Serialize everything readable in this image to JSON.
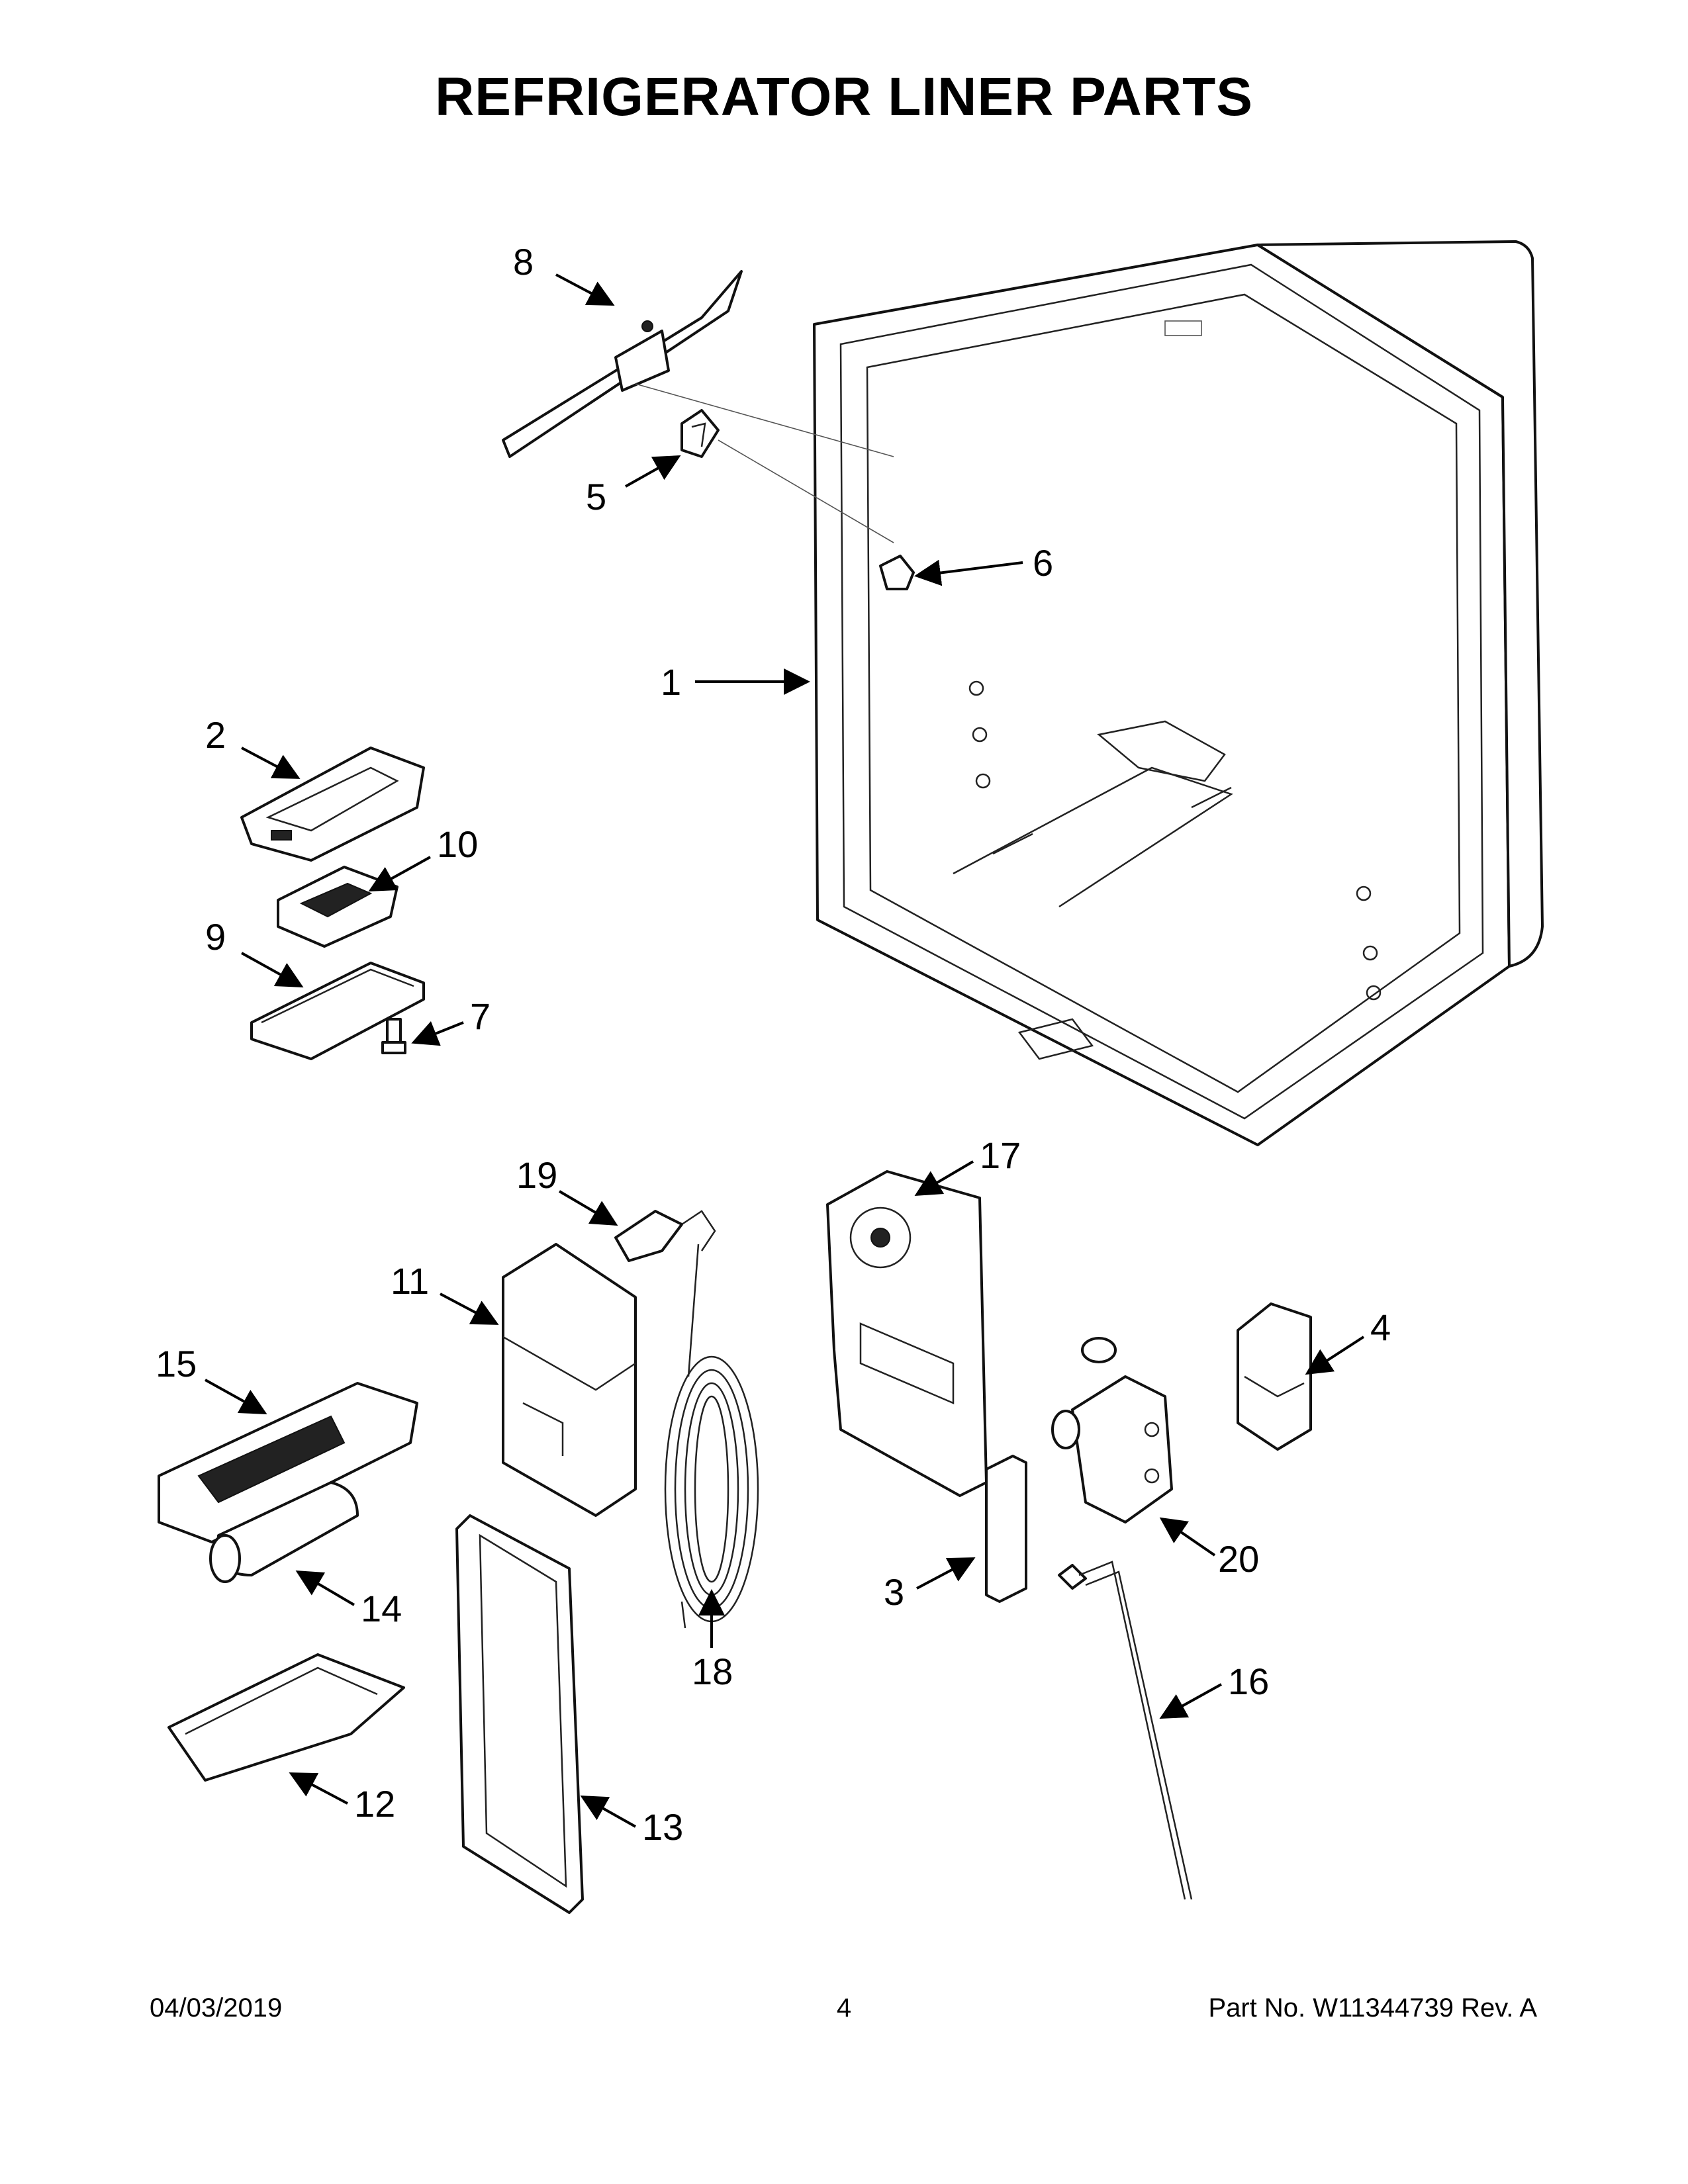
{
  "title": "REFRIGERATOR LINER PARTS",
  "callouts": [
    {
      "id": "c1",
      "label": "1"
    },
    {
      "id": "c2",
      "label": "2"
    },
    {
      "id": "c3",
      "label": "3"
    },
    {
      "id": "c4",
      "label": "4"
    },
    {
      "id": "c5",
      "label": "5"
    },
    {
      "id": "c6",
      "label": "6"
    },
    {
      "id": "c7",
      "label": "7"
    },
    {
      "id": "c8",
      "label": "8"
    },
    {
      "id": "c9",
      "label": "9"
    },
    {
      "id": "c10",
      "label": "10"
    },
    {
      "id": "c11",
      "label": "11"
    },
    {
      "id": "c12",
      "label": "12"
    },
    {
      "id": "c13",
      "label": "13"
    },
    {
      "id": "c14",
      "label": "14"
    },
    {
      "id": "c15",
      "label": "15"
    },
    {
      "id": "c16",
      "label": "16"
    },
    {
      "id": "c17",
      "label": "17"
    },
    {
      "id": "c18",
      "label": "18"
    },
    {
      "id": "c19",
      "label": "19"
    },
    {
      "id": "c20",
      "label": "20"
    }
  ],
  "footer": {
    "date": "04/03/2019",
    "page": "4",
    "part": "Part No.  W11344739  Rev.  A"
  }
}
